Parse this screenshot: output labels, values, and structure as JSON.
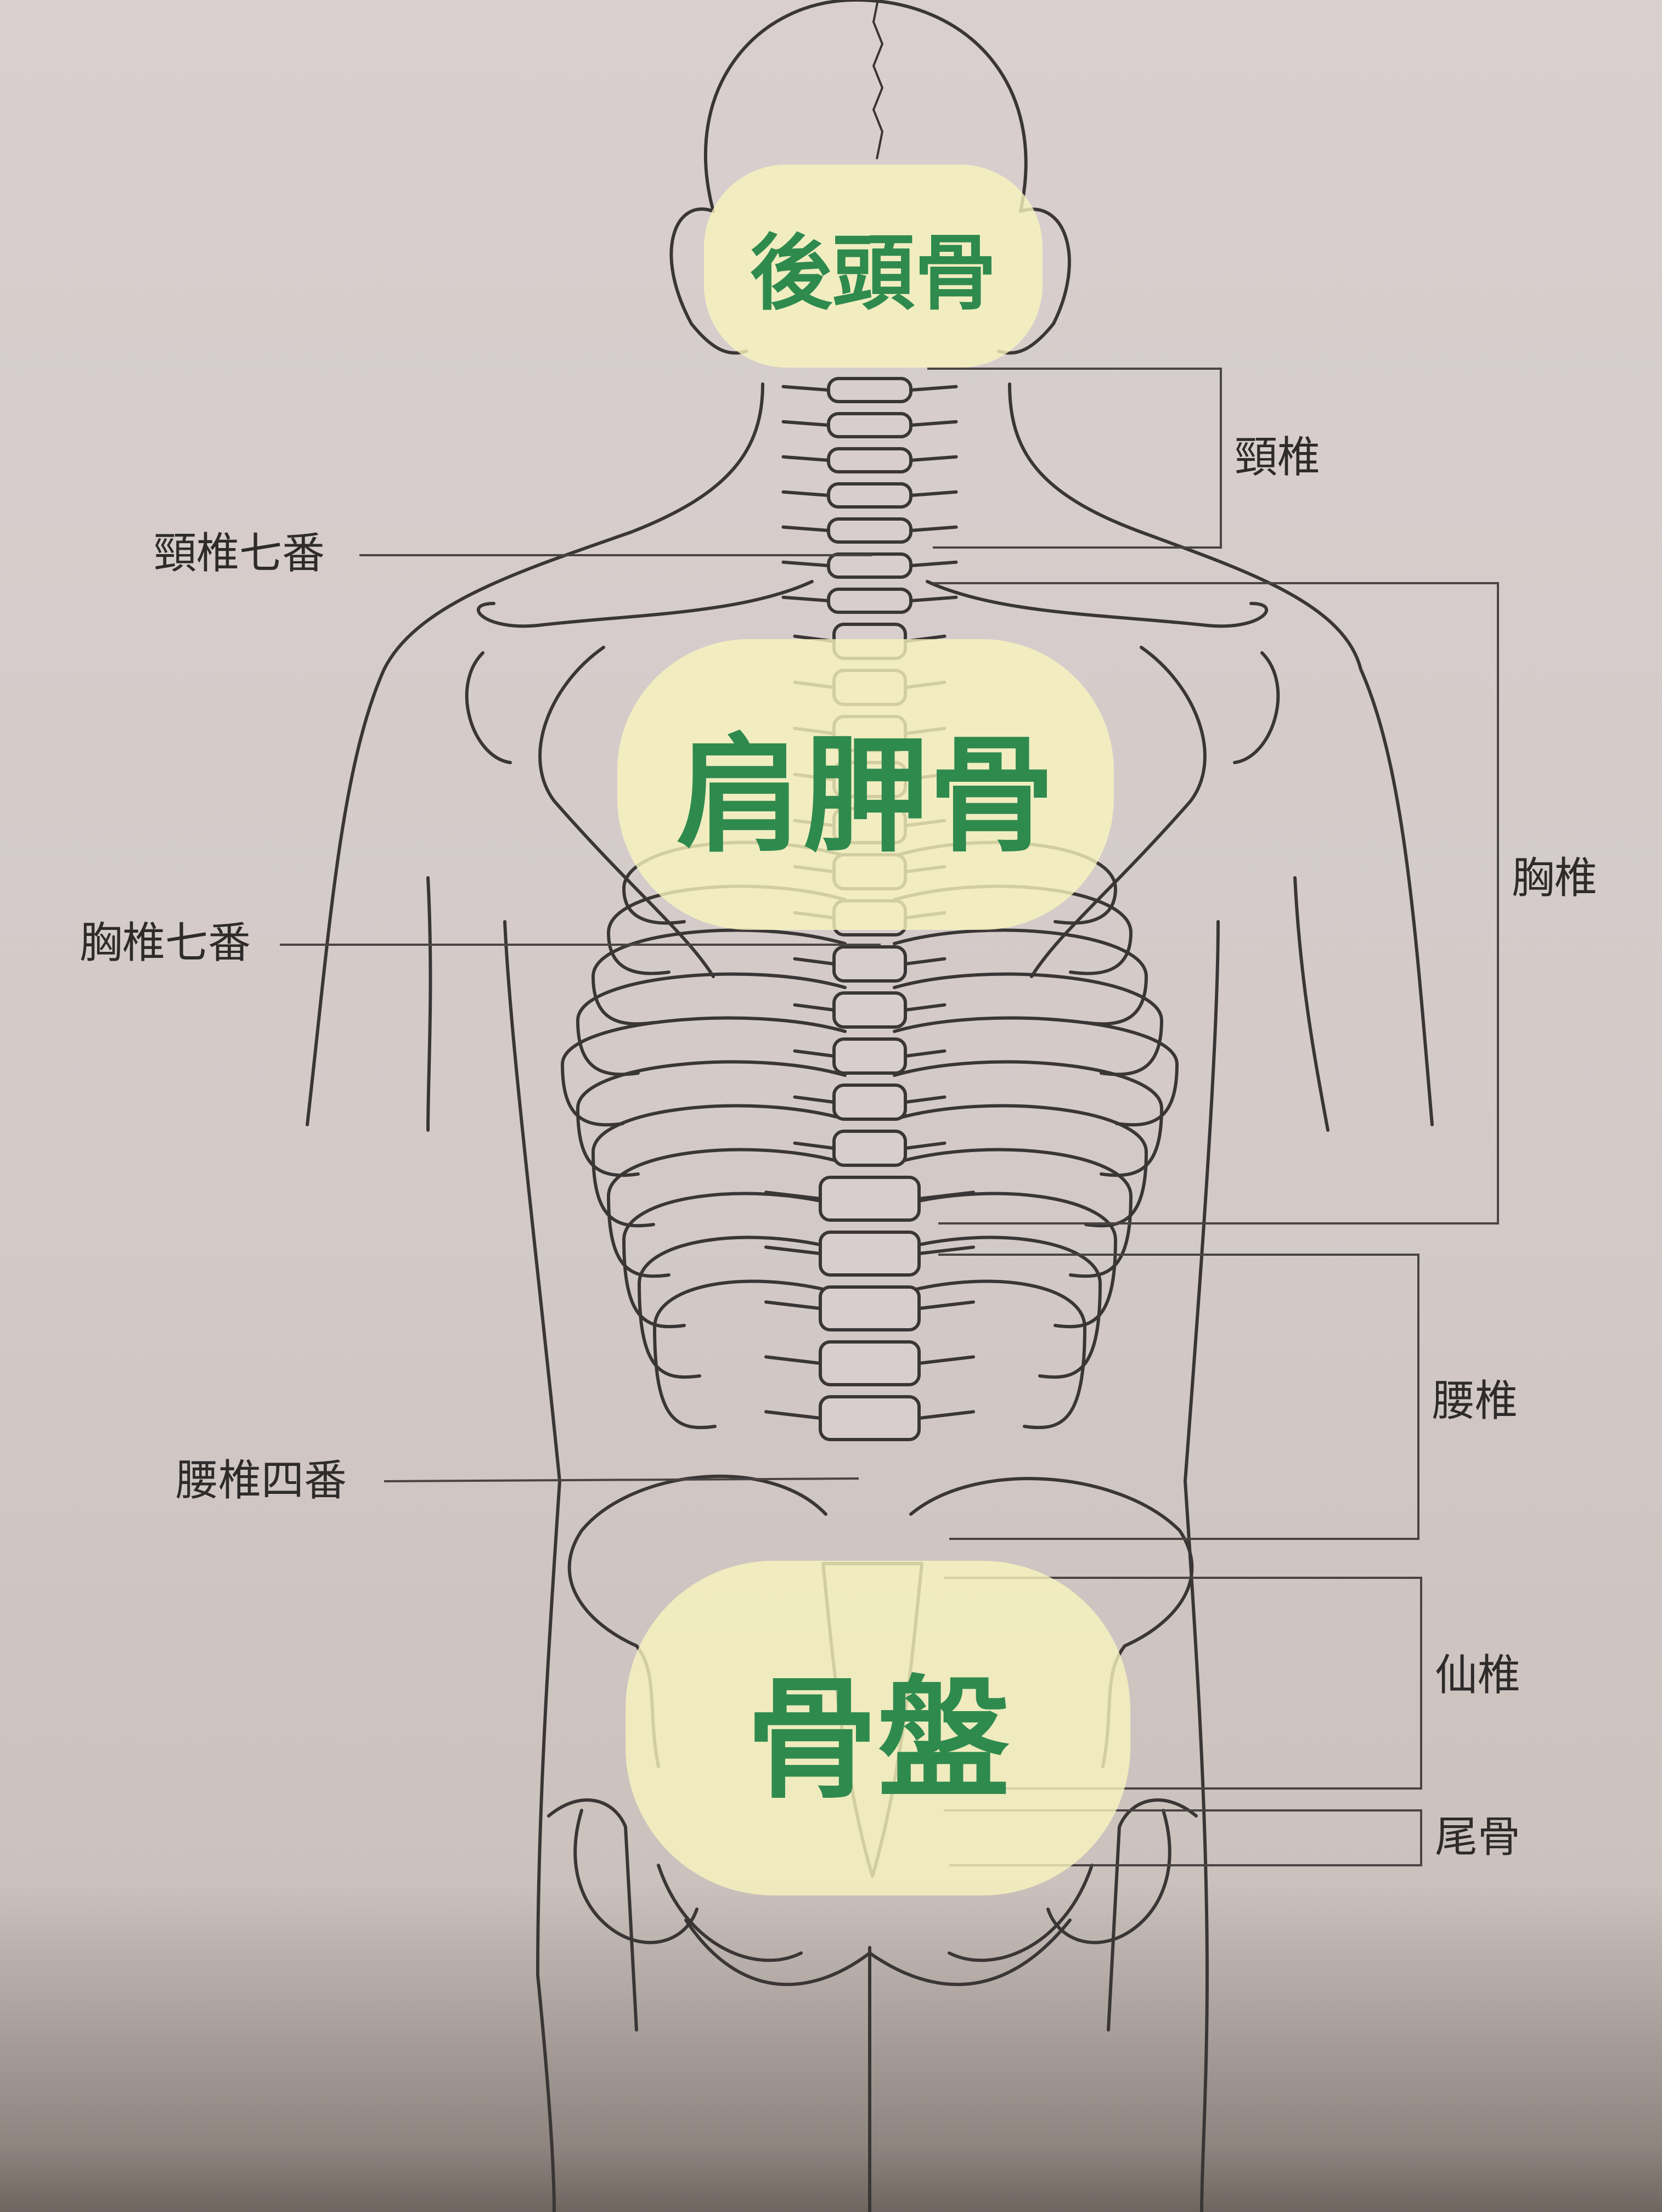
{
  "colors": {
    "paper": "#d7cecd",
    "ink": "#3b3636",
    "highlight_fill": "#f8f5be",
    "highlight_text": "#2f8a4e"
  },
  "highlights": {
    "occipital": "後頭骨",
    "scapula": "肩胛骨",
    "pelvis": "骨盤"
  },
  "labels": {
    "cervical": "頸椎",
    "thoracic": "胸椎",
    "lumbar": "腰椎",
    "sacral": "仙椎",
    "coccyx": "尾骨",
    "c7": "頸椎七番",
    "t7": "胸椎七番",
    "l4": "腰椎四番"
  }
}
